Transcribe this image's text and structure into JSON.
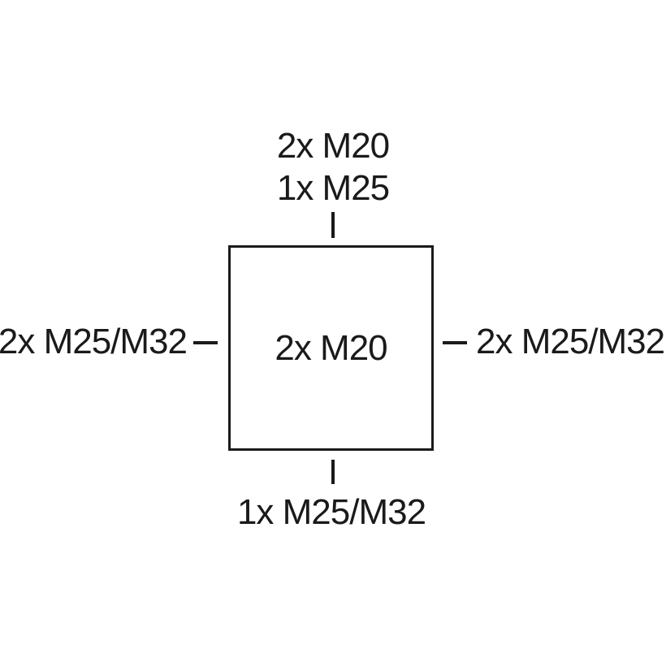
{
  "diagram": {
    "center_label": "2x M20",
    "top_labels": [
      "2x M20",
      "1x M25"
    ],
    "left_label": "2x M25/M32",
    "right_label": "2x M25/M32",
    "bottom_label": "1x M25/M32",
    "colors": {
      "line": "#1a1a1a",
      "text": "#1a1a1a",
      "background": "#ffffff"
    }
  }
}
